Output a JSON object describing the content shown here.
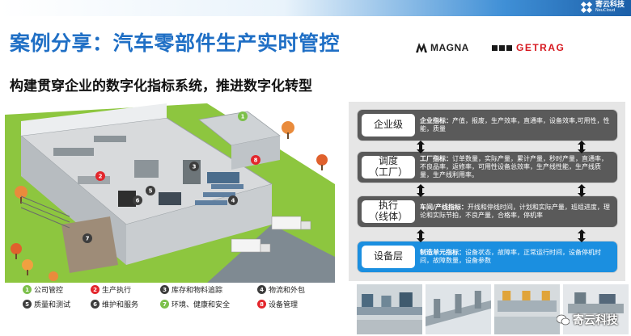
{
  "header": {
    "brand_name_cn": "寄云科技",
    "brand_name_en": "NeuCloud"
  },
  "title": "案例分享：汽车零部件生产实时管控",
  "subtitle": "构建贯穿企业的数字化指标系统，推进数字化转型",
  "partner_logos": [
    {
      "name": "MAGNA",
      "color": "#222222"
    },
    {
      "name": "GETRAG",
      "color": "#d71920"
    }
  ],
  "factory_markers": [
    "1",
    "2",
    "3",
    "4",
    "5",
    "6",
    "7",
    "8"
  ],
  "legend": [
    {
      "num": "1",
      "label": "公司管控",
      "color": "#7cc04b"
    },
    {
      "num": "2",
      "label": "生产执行",
      "color": "#e3262c"
    },
    {
      "num": "3",
      "label": "库存和物料追踪",
      "color": "#3d3d3d"
    },
    {
      "num": "4",
      "label": "物流和外包",
      "color": "#3d3d3d"
    },
    {
      "num": "5",
      "label": "质量和测试",
      "color": "#3d3d3d"
    },
    {
      "num": "6",
      "label": "维护和服务",
      "color": "#3d3d3d"
    },
    {
      "num": "7",
      "label": "环境、健康和安全",
      "color": "#7cc04b"
    },
    {
      "num": "8",
      "label": "设备管理",
      "color": "#e3262c"
    }
  ],
  "levels": [
    {
      "name": "企业级",
      "heading": "企业指标：",
      "desc": "产值，报废，生产效率，直通率，设备效率,可用性，性能，质量"
    },
    {
      "name": "调度\n（工厂）",
      "heading": "工厂指标：",
      "desc": "订单数量，实际产量，累计产量，秒时产量，直通率，不良品率，返修率，可用性设备总效率，生产线性能，生产线质量，生产线利用率。"
    },
    {
      "name": "执行\n（线体）",
      "heading": "车间/产线指标：",
      "desc": "开线和停线时间，计划和实际产量，班组进度，理论和实际节拍，不良产量，合格率，停机率"
    },
    {
      "name": "设备层",
      "heading": "制造单元指标：",
      "desc": "设备状态，故障率，正常运行时间，设备停机时间，故障数量，设备参数"
    }
  ],
  "watermark": "寄云科技",
  "colors": {
    "title_blue": "#1f6fc5",
    "level_dark": "#5a5a5a",
    "level_device": "#1b8fe0",
    "marker_green": "#7cc04b",
    "marker_red": "#e3262c",
    "marker_dark": "#3d3d3d"
  }
}
